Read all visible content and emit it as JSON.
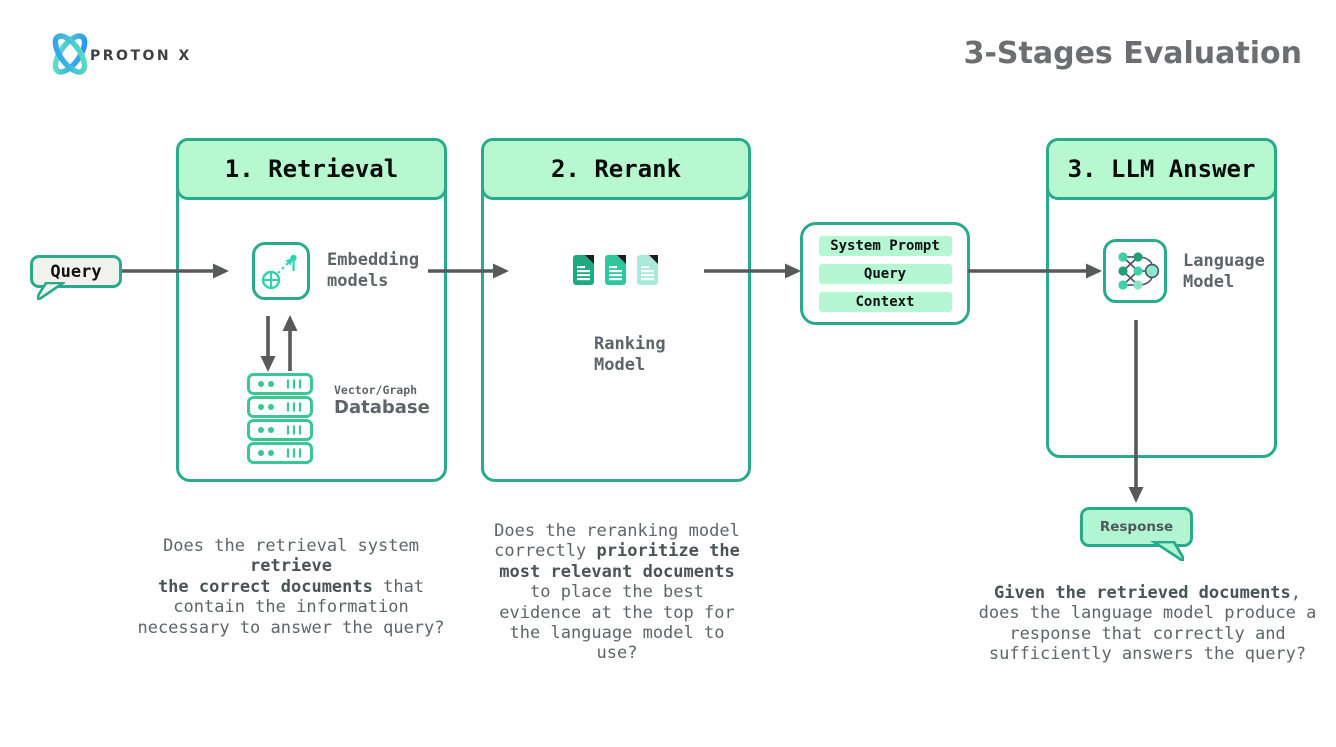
{
  "logo": {
    "brand": "PROTON X",
    "icon": "atom-orbit-icon"
  },
  "title": "3-Stages Evaluation",
  "colors": {
    "teal_border": "#2aaa8c",
    "mint_fill": "#b7f8d1",
    "arrow_gray": "#58595b",
    "text_gray": "#5d6569"
  },
  "query_bubble": {
    "label": "Query"
  },
  "response_bubble": {
    "label": "Response"
  },
  "prompt_box": {
    "items": [
      "System Prompt",
      "Query",
      "Context"
    ]
  },
  "stages": [
    {
      "header": "1. Retrieval",
      "icon": "vector-embedding-icon",
      "icon_label": "Embedding\nmodels",
      "db_icon": "server-stack-icon",
      "db_label_small": "Vector/Graph",
      "db_label": "Database",
      "description": [
        {
          "t": "Does the retrieval system\n",
          "b": false
        },
        {
          "t": "retrieve\nthe correct documents",
          "b": true
        },
        {
          "t": " that\ncontain the information\nnecessary to answer the query?",
          "b": false
        }
      ]
    },
    {
      "header": "2. Rerank",
      "icon": "document-files-icon",
      "icon_label": "Ranking\nModel",
      "description": [
        {
          "t": "Does the reranking model\ncorrectly ",
          "b": false
        },
        {
          "t": "prioritize the\nmost relevant documents",
          "b": true
        },
        {
          "t": "\nto place the best\nevidence at the top for\nthe language model to\nuse?",
          "b": false
        }
      ]
    },
    {
      "header": "3. LLM Answer",
      "icon": "neural-network-icon",
      "icon_label": "Language\nModel",
      "description": [
        {
          "t": "Given the retrieved documents",
          "b": true
        },
        {
          "t": ",\ndoes the language model produce a\nresponse that correctly and\nsufficiently answers the query?",
          "b": false
        }
      ]
    }
  ]
}
